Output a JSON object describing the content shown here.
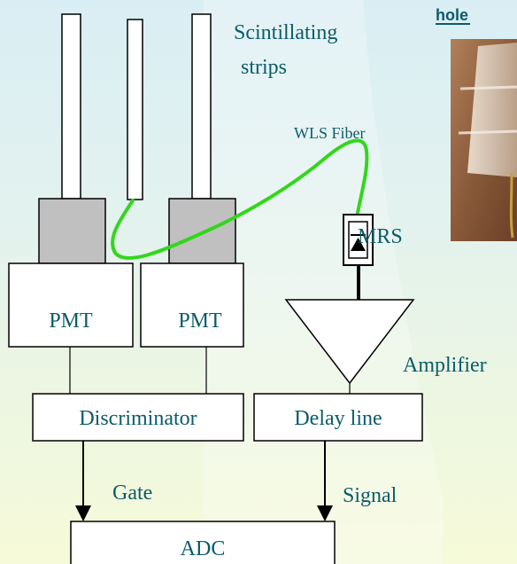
{
  "colors": {
    "text": "#0b5c6a",
    "fiber": "#33d61c",
    "pmt_base": "#c0c0c0",
    "line": "#000000",
    "box_fill": "#ffffff",
    "background_top": "#d9eef4",
    "background_bottom": "#f6fad8",
    "photo_brown": "#8a5a3a"
  },
  "title_fragment": "hole",
  "labels": {
    "strips_line1": "Scintillating",
    "strips_line2": "strips",
    "fiber": "WLS Fiber",
    "mrs": "MRS",
    "amplifier": "Amplifier",
    "gate": "Gate",
    "signal": "Signal"
  },
  "boxes": {
    "pmt_left": "PMT",
    "pmt_right": "PMT",
    "discriminator": "Discriminator",
    "delay_line": "Delay line",
    "adc": "ADC"
  },
  "photo": {
    "icon": "scintillator-photo"
  }
}
